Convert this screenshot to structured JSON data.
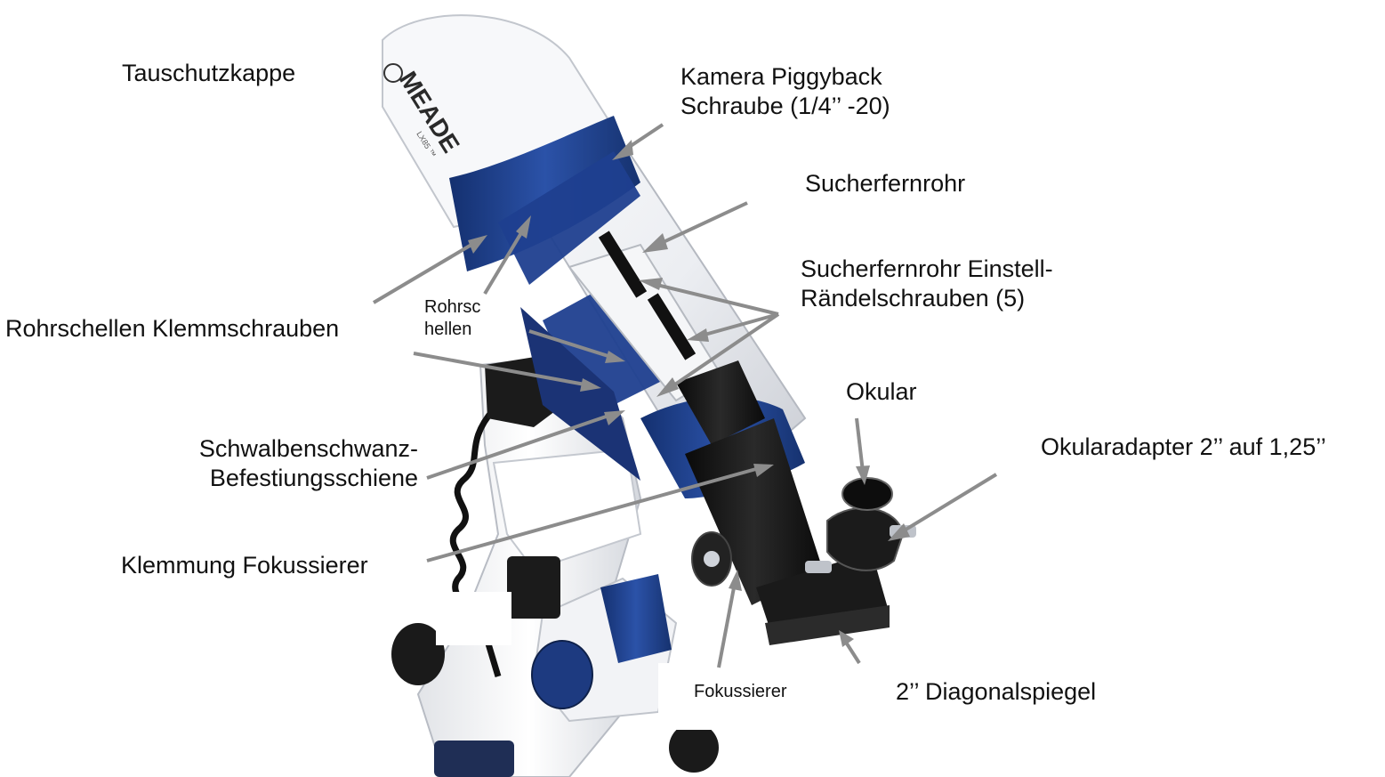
{
  "labels": {
    "tauschutzkappe": "Tauschutzkappe",
    "kamera_line1": "Kamera Piggyback",
    "kamera_line2": "Schraube (1/4’’ -20)",
    "sucherfernrohr": "Sucherfernrohr",
    "sucher_einstell_line1": "Sucherfernrohr Einstell-",
    "sucher_einstell_line2": "Rändelschrauben (5)",
    "rohrschellen_line1": "Rohrsc",
    "rohrschellen_line2": "hellen",
    "rohrschellen_klemm": "Rohrschellen Klemmschrauben",
    "okular": "Okular",
    "okularadapter": "Okularadapter 2’’ auf 1,25’’",
    "schwalben_line1": "Schwalbenschwanz-",
    "schwalben_line2": "Befestiungsschiene",
    "klemmung": "Klemmung Fokussierer",
    "fokussierer": "Fokussierer",
    "diagonalspiegel": "2’’ Diagonalspiegel"
  },
  "logo": {
    "brand": "MEADE",
    "model": "LX85 ™"
  },
  "colors": {
    "tube": "#f4f5f7",
    "accent_blue": "#1f3f8f",
    "black_parts": "#141414",
    "arrow": "#8c8c8c",
    "text": "#111111"
  }
}
